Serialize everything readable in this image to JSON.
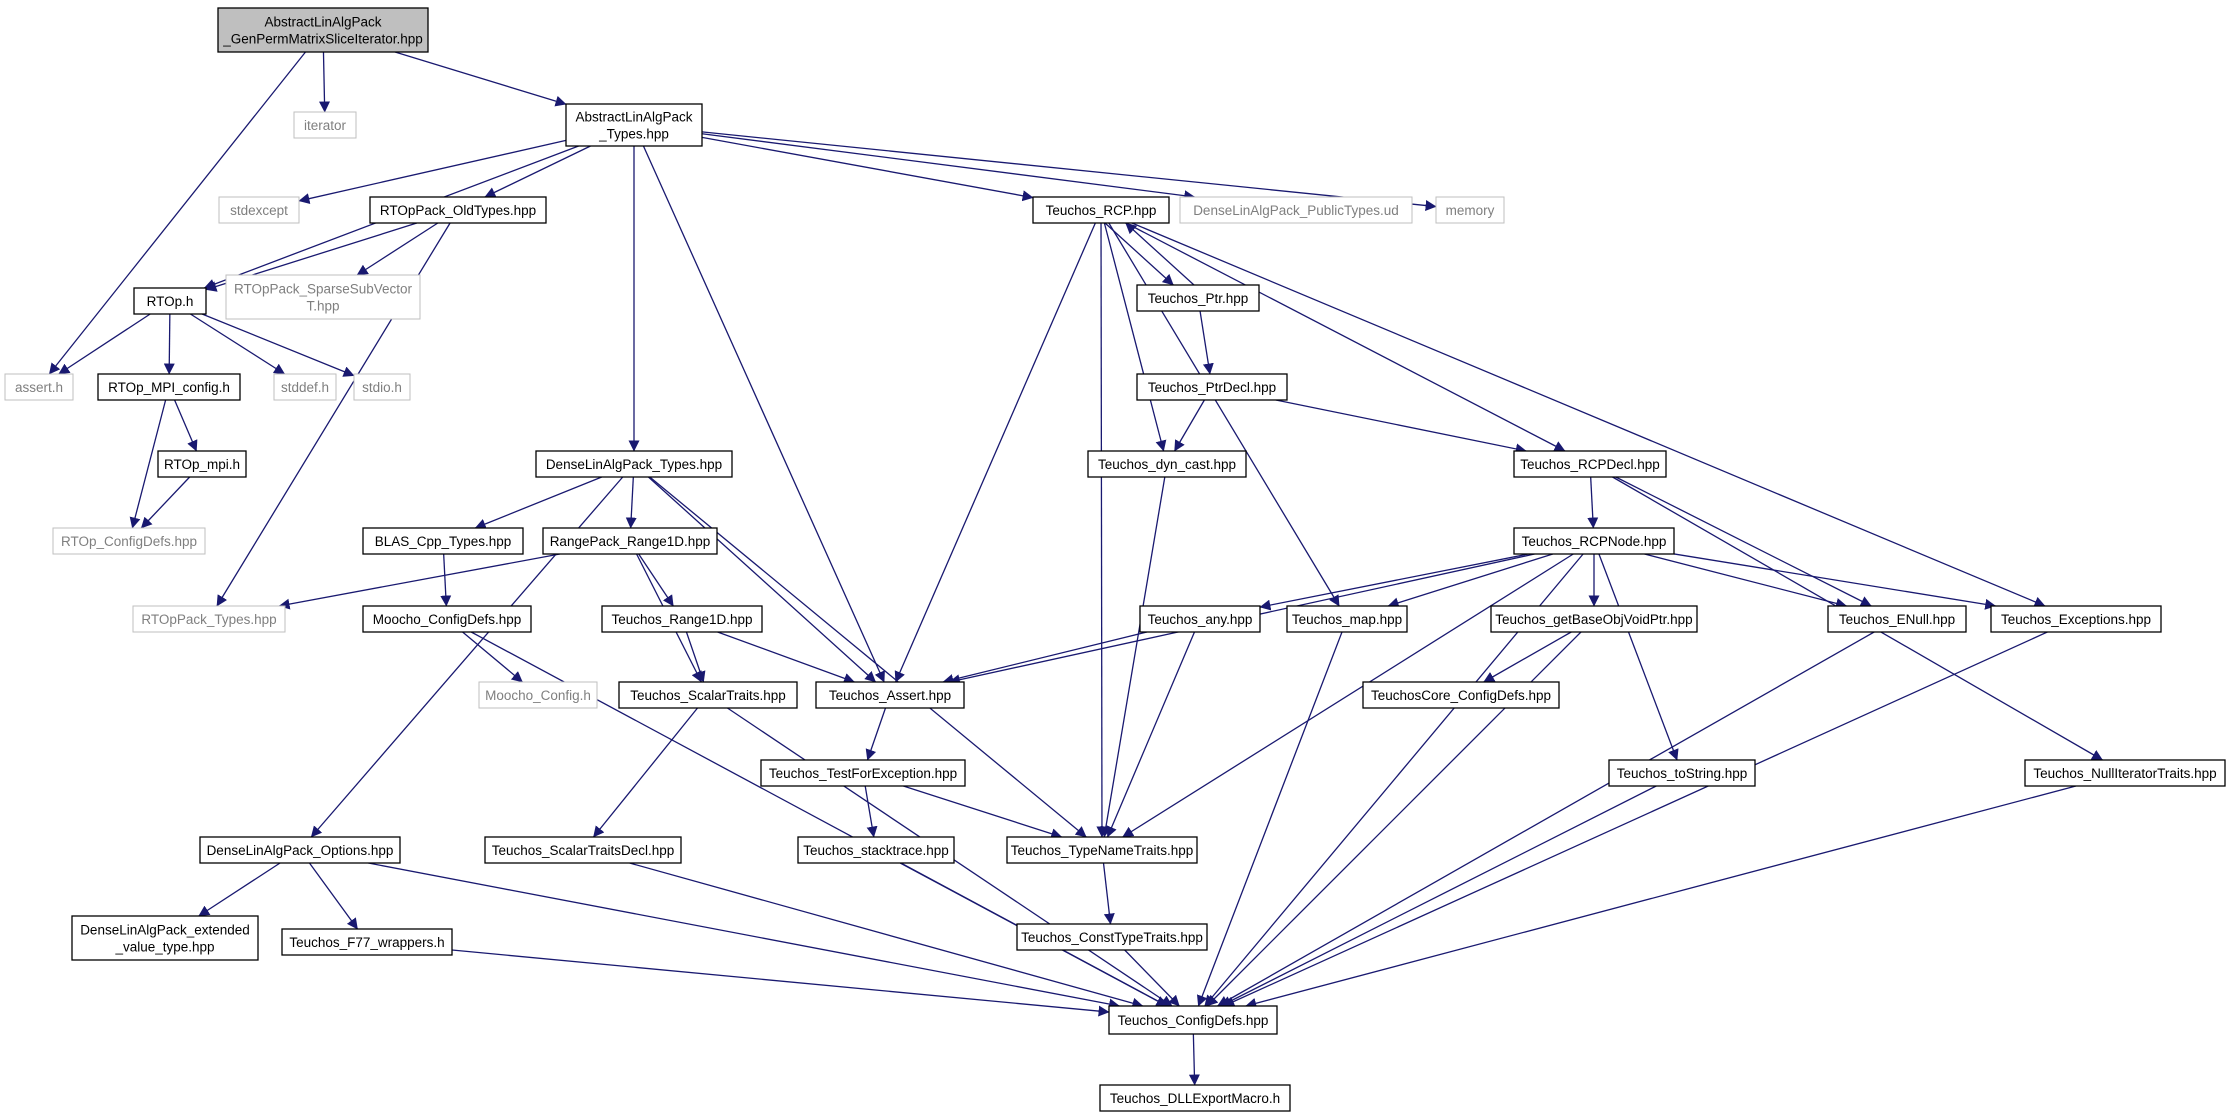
{
  "colors": {
    "edge": "#191970",
    "node_border": "#000000",
    "external_border": "#bfbfbf",
    "external_text": "#7f7f7f",
    "root_fill": "#bfbfbf",
    "background": "#ffffff"
  },
  "nodes": [
    {
      "id": "root",
      "lines": [
        "AbstractLinAlgPack",
        "_GenPermMatrixSliceIterator.hpp"
      ],
      "kind": "root"
    },
    {
      "id": "iterator",
      "lines": [
        "iterator"
      ],
      "kind": "external"
    },
    {
      "id": "alap_types",
      "lines": [
        "AbstractLinAlgPack",
        "_Types.hpp"
      ],
      "kind": "file"
    },
    {
      "id": "stdexcept",
      "lines": [
        "stdexcept"
      ],
      "kind": "external"
    },
    {
      "id": "rtop_oldtypes",
      "lines": [
        "RTOpPack_OldTypes.hpp"
      ],
      "kind": "file"
    },
    {
      "id": "rtop_h",
      "lines": [
        "RTOp.h"
      ],
      "kind": "file"
    },
    {
      "id": "rtop_sparse",
      "lines": [
        "RTOpPack_SparseSubVector",
        "T.hpp"
      ],
      "kind": "external"
    },
    {
      "id": "assert_h",
      "lines": [
        "assert.h"
      ],
      "kind": "external"
    },
    {
      "id": "rtop_mpi_config",
      "lines": [
        "RTOp_MPI_config.h"
      ],
      "kind": "file"
    },
    {
      "id": "stddef",
      "lines": [
        "stddef.h"
      ],
      "kind": "external"
    },
    {
      "id": "stdio",
      "lines": [
        "stdio.h"
      ],
      "kind": "external"
    },
    {
      "id": "rtop_mpi",
      "lines": [
        "RTOp_mpi.h"
      ],
      "kind": "file"
    },
    {
      "id": "rtop_configdefs",
      "lines": [
        "RTOp_ConfigDefs.hpp"
      ],
      "kind": "external"
    },
    {
      "id": "rtoppack_types",
      "lines": [
        "RTOpPack_Types.hpp"
      ],
      "kind": "external"
    },
    {
      "id": "dlap_types",
      "lines": [
        "DenseLinAlgPack_Types.hpp"
      ],
      "kind": "file"
    },
    {
      "id": "blas_cpp",
      "lines": [
        "BLAS_Cpp_Types.hpp"
      ],
      "kind": "file"
    },
    {
      "id": "rangepack",
      "lines": [
        "RangePack_Range1D.hpp"
      ],
      "kind": "file"
    },
    {
      "id": "moocho_configdefs",
      "lines": [
        "Moocho_ConfigDefs.hpp"
      ],
      "kind": "file"
    },
    {
      "id": "moocho_config",
      "lines": [
        "Moocho_Config.h"
      ],
      "kind": "external"
    },
    {
      "id": "teuchos_range1d",
      "lines": [
        "Teuchos_Range1D.hpp"
      ],
      "kind": "file"
    },
    {
      "id": "scalartraits",
      "lines": [
        "Teuchos_ScalarTraits.hpp"
      ],
      "kind": "file"
    },
    {
      "id": "scalartraitsdecl",
      "lines": [
        "Teuchos_ScalarTraitsDecl.hpp"
      ],
      "kind": "file"
    },
    {
      "id": "dlap_options",
      "lines": [
        "DenseLinAlgPack_Options.hpp"
      ],
      "kind": "file"
    },
    {
      "id": "dlap_extended",
      "lines": [
        "DenseLinAlgPack_extended",
        "_value_type.hpp"
      ],
      "kind": "file"
    },
    {
      "id": "f77",
      "lines": [
        "Teuchos_F77_wrappers.h"
      ],
      "kind": "file"
    },
    {
      "id": "teuchos_rcp",
      "lines": [
        "Teuchos_RCP.hpp"
      ],
      "kind": "file"
    },
    {
      "id": "dlap_public",
      "lines": [
        "DenseLinAlgPack_PublicTypes.ud"
      ],
      "kind": "external"
    },
    {
      "id": "memory",
      "lines": [
        "memory"
      ],
      "kind": "external"
    },
    {
      "id": "teuchos_ptr",
      "lines": [
        "Teuchos_Ptr.hpp"
      ],
      "kind": "file"
    },
    {
      "id": "teuchos_ptrdecl",
      "lines": [
        "Teuchos_PtrDecl.hpp"
      ],
      "kind": "file"
    },
    {
      "id": "dyn_cast",
      "lines": [
        "Teuchos_dyn_cast.hpp"
      ],
      "kind": "file"
    },
    {
      "id": "rcpdecl",
      "lines": [
        "Teuchos_RCPDecl.hpp"
      ],
      "kind": "file"
    },
    {
      "id": "rcpnode",
      "lines": [
        "Teuchos_RCPNode.hpp"
      ],
      "kind": "file"
    },
    {
      "id": "teuchos_any",
      "lines": [
        "Teuchos_any.hpp"
      ],
      "kind": "file"
    },
    {
      "id": "teuchos_map",
      "lines": [
        "Teuchos_map.hpp"
      ],
      "kind": "file"
    },
    {
      "id": "getbaseobj",
      "lines": [
        "Teuchos_getBaseObjVoidPtr.hpp"
      ],
      "kind": "file"
    },
    {
      "id": "enull",
      "lines": [
        "Teuchos_ENull.hpp"
      ],
      "kind": "file"
    },
    {
      "id": "exceptions",
      "lines": [
        "Teuchos_Exceptions.hpp"
      ],
      "kind": "file"
    },
    {
      "id": "teuchos_assert",
      "lines": [
        "Teuchos_Assert.hpp"
      ],
      "kind": "file"
    },
    {
      "id": "teuchoscore_configdefs",
      "lines": [
        "TeuchosCore_ConfigDefs.hpp"
      ],
      "kind": "file"
    },
    {
      "id": "testforexception",
      "lines": [
        "Teuchos_TestForException.hpp"
      ],
      "kind": "file"
    },
    {
      "id": "stacktrace",
      "lines": [
        "Teuchos_stacktrace.hpp"
      ],
      "kind": "file"
    },
    {
      "id": "typenametraits",
      "lines": [
        "Teuchos_TypeNameTraits.hpp"
      ],
      "kind": "file"
    },
    {
      "id": "consttypetraits",
      "lines": [
        "Teuchos_ConstTypeTraits.hpp"
      ],
      "kind": "file"
    },
    {
      "id": "tostring",
      "lines": [
        "Teuchos_toString.hpp"
      ],
      "kind": "file"
    },
    {
      "id": "nulliterator",
      "lines": [
        "Teuchos_NullIteratorTraits.hpp"
      ],
      "kind": "file"
    },
    {
      "id": "teuchos_configdefs",
      "lines": [
        "Teuchos_ConfigDefs.hpp"
      ],
      "kind": "file"
    },
    {
      "id": "dllexport",
      "lines": [
        "Teuchos_DLLExportMacro.h"
      ],
      "kind": "file"
    }
  ],
  "edges": [
    [
      "root",
      "assert_h"
    ],
    [
      "root",
      "iterator"
    ],
    [
      "root",
      "alap_types"
    ],
    [
      "alap_types",
      "stdexcept"
    ],
    [
      "alap_types",
      "rtop_oldtypes"
    ],
    [
      "alap_types",
      "rtop_h"
    ],
    [
      "alap_types",
      "dlap_types"
    ],
    [
      "alap_types",
      "teuchos_assert"
    ],
    [
      "alap_types",
      "teuchos_rcp"
    ],
    [
      "alap_types",
      "dlap_public"
    ],
    [
      "alap_types",
      "memory"
    ],
    [
      "rtop_oldtypes",
      "rtop_h"
    ],
    [
      "rtop_oldtypes",
      "rtop_sparse"
    ],
    [
      "rtop_oldtypes",
      "rtoppack_types"
    ],
    [
      "rtop_h",
      "assert_h"
    ],
    [
      "rtop_h",
      "rtop_mpi_config"
    ],
    [
      "rtop_h",
      "stddef"
    ],
    [
      "rtop_h",
      "stdio"
    ],
    [
      "rtop_mpi_config",
      "rtop_mpi"
    ],
    [
      "rtop_mpi_config",
      "rtop_configdefs"
    ],
    [
      "rtop_mpi",
      "rtop_configdefs"
    ],
    [
      "dlap_types",
      "dlap_options"
    ],
    [
      "dlap_types",
      "blas_cpp"
    ],
    [
      "dlap_types",
      "rangepack"
    ],
    [
      "dlap_types",
      "teuchos_assert"
    ],
    [
      "dlap_types",
      "typenametraits"
    ],
    [
      "blas_cpp",
      "moocho_configdefs"
    ],
    [
      "rangepack",
      "rtoppack_types"
    ],
    [
      "rangepack",
      "teuchos_range1d"
    ],
    [
      "rangepack",
      "scalartraits"
    ],
    [
      "moocho_configdefs",
      "moocho_config"
    ],
    [
      "moocho_configdefs",
      "teuchos_configdefs"
    ],
    [
      "teuchos_range1d",
      "scalartraits"
    ],
    [
      "teuchos_range1d",
      "teuchos_assert"
    ],
    [
      "scalartraits",
      "scalartraitsdecl"
    ],
    [
      "scalartraits",
      "teuchos_configdefs"
    ],
    [
      "scalartraitsdecl",
      "teuchos_configdefs"
    ],
    [
      "dlap_options",
      "dlap_extended"
    ],
    [
      "dlap_options",
      "f77"
    ],
    [
      "dlap_options",
      "teuchos_configdefs"
    ],
    [
      "f77",
      "teuchos_configdefs"
    ],
    [
      "teuchos_rcp",
      "teuchos_ptr"
    ],
    [
      "teuchos_rcp",
      "teuchos_assert"
    ],
    [
      "teuchos_rcp",
      "dyn_cast"
    ],
    [
      "teuchos_rcp",
      "typenametraits"
    ],
    [
      "teuchos_rcp",
      "teuchos_map"
    ],
    [
      "teuchos_rcp",
      "rcpdecl"
    ],
    [
      "teuchos_rcp",
      "exceptions"
    ],
    [
      "teuchos_ptr",
      "teuchos_rcp"
    ],
    [
      "teuchos_ptr",
      "teuchos_ptrdecl"
    ],
    [
      "teuchos_ptrdecl",
      "dyn_cast"
    ],
    [
      "teuchos_ptrdecl",
      "rcpdecl"
    ],
    [
      "dyn_cast",
      "typenametraits"
    ],
    [
      "rcpdecl",
      "rcpnode"
    ],
    [
      "rcpdecl",
      "enull"
    ],
    [
      "rcpdecl",
      "nulliterator"
    ],
    [
      "rcpnode",
      "teuchos_assert"
    ],
    [
      "rcpnode",
      "teuchos_any"
    ],
    [
      "rcpnode",
      "teuchos_map"
    ],
    [
      "rcpnode",
      "getbaseobj"
    ],
    [
      "rcpnode",
      "enull"
    ],
    [
      "rcpnode",
      "exceptions"
    ],
    [
      "rcpnode",
      "typenametraits"
    ],
    [
      "rcpnode",
      "tostring"
    ],
    [
      "rcpnode",
      "teuchos_configdefs"
    ],
    [
      "teuchos_any",
      "teuchos_assert"
    ],
    [
      "teuchos_any",
      "typenametraits"
    ],
    [
      "teuchos_map",
      "teuchos_configdefs"
    ],
    [
      "getbaseobj",
      "teuchoscore_configdefs"
    ],
    [
      "getbaseobj",
      "teuchos_configdefs"
    ],
    [
      "enull",
      "teuchos_configdefs"
    ],
    [
      "exceptions",
      "teuchos_configdefs"
    ],
    [
      "teuchos_assert",
      "testforexception"
    ],
    [
      "testforexception",
      "stacktrace"
    ],
    [
      "testforexception",
      "typenametraits"
    ],
    [
      "stacktrace",
      "teuchos_configdefs"
    ],
    [
      "typenametraits",
      "consttypetraits"
    ],
    [
      "consttypetraits",
      "teuchos_configdefs"
    ],
    [
      "tostring",
      "teuchos_configdefs"
    ],
    [
      "nulliterator",
      "teuchos_configdefs"
    ],
    [
      "teuchos_configdefs",
      "dllexport"
    ]
  ]
}
